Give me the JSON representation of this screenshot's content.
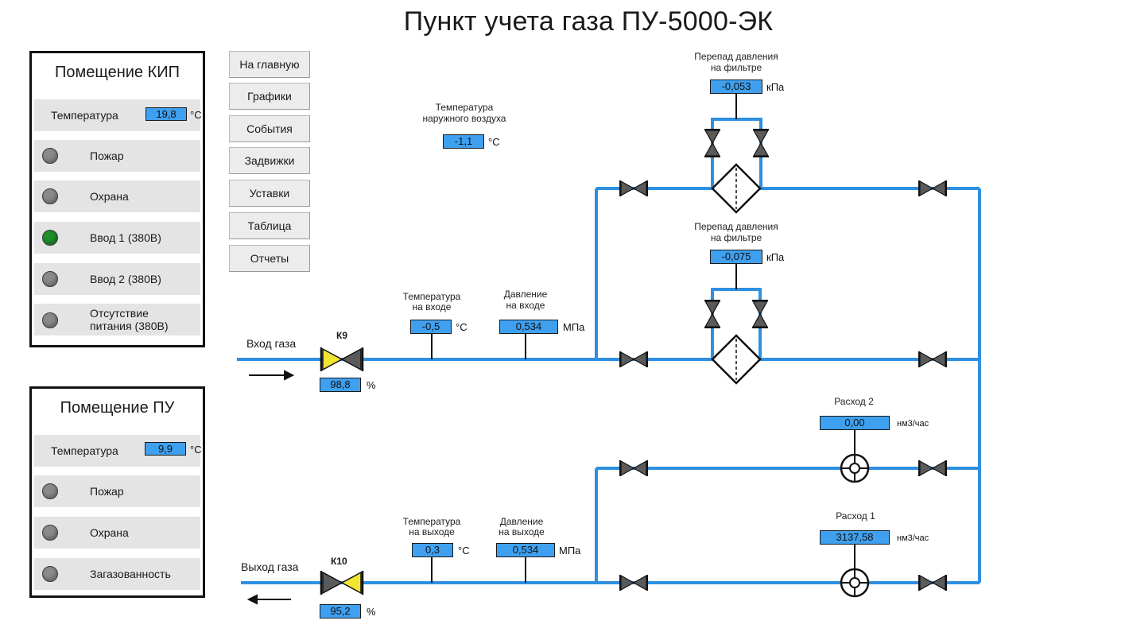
{
  "title": "Пункт учета газа ПУ-5000-ЭК",
  "nav": [
    "На главную",
    "Графики",
    "События",
    "Задвижки",
    "Уставки",
    "Таблица",
    "Отчеты"
  ],
  "kip": {
    "title": "Помещение КИП",
    "temp_label": "Температура",
    "temp_value": "19,8",
    "temp_unit": "°C",
    "alarms": [
      {
        "label": "Пожар",
        "state": "off"
      },
      {
        "label": "Охрана",
        "state": "off"
      },
      {
        "label": "Ввод 1 (380В)",
        "state": "on"
      },
      {
        "label": "Ввод 2 (380В)",
        "state": "off"
      },
      {
        "label": "Отсутствие питания (380В)",
        "state": "off"
      }
    ]
  },
  "pu": {
    "title": "Помещение ПУ",
    "temp_label": "Температура",
    "temp_value": "9,9",
    "temp_unit": "°C",
    "alarms": [
      {
        "label": "Пожар",
        "state": "off"
      },
      {
        "label": "Охрана",
        "state": "off"
      },
      {
        "label": "Загазованность",
        "state": "off"
      }
    ]
  },
  "outdoor_temp": {
    "label_1": "Температура",
    "label_2": "наружного воздуха",
    "value": "-1,1",
    "unit": "°C"
  },
  "filter1_dp": {
    "label_1": "Перепад давления",
    "label_2": "на фильтре",
    "value": "-0,053",
    "unit": "кПа"
  },
  "filter2_dp": {
    "label_1": "Перепад давления",
    "label_2": "на фильтре",
    "value": "-0,075",
    "unit": "кПа"
  },
  "inlet": {
    "label": "Вход газа",
    "valve_name": "К9",
    "valve_pos": "98,8",
    "valve_unit": "%",
    "temp_label_1": "Температура",
    "temp_label_2": "на входе",
    "temp_value": "-0,5",
    "temp_unit": "°C",
    "press_label_1": "Давление",
    "press_label_2": "на входе",
    "press_value": "0,534",
    "press_unit": "МПа"
  },
  "outlet": {
    "label": "Выход газа",
    "valve_name": "К10",
    "valve_pos": "95,2",
    "valve_unit": "%",
    "temp_label_1": "Температура",
    "temp_label_2": "на выходе",
    "temp_value": "0,3",
    "temp_unit": "°C",
    "press_label_1": "Давление",
    "press_label_2": "на выходе",
    "press_value": "0,534",
    "press_unit": "МПа"
  },
  "flow2": {
    "label": "Расход 2",
    "value": "0,00",
    "unit": "нм3/час"
  },
  "flow1": {
    "label": "Расход 1",
    "value": "3137,58",
    "unit": "нм3/час"
  },
  "colors": {
    "pipe": "#2f8fe0",
    "value_bg": "#3fa0f0",
    "valve_open": "#f2e532",
    "valve_closed": "#5a5a5a",
    "lamp_on": "#1e8f2a",
    "lamp_off": "#8a8a8a"
  }
}
